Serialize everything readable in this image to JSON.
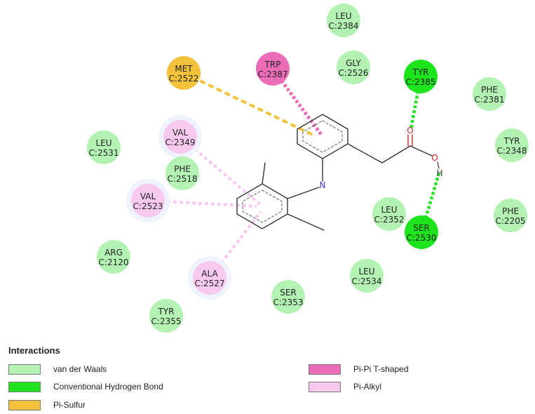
{
  "colors": {
    "van_der_waals": "#b3f2b3",
    "hbond": "#1de41d",
    "pi_sulfur": "#f2c23c",
    "pipi_tshaped": "#ec6db7",
    "pi_alkyl": "#f7c9ef",
    "bond": "#333333",
    "atom_n": "#3b3bd6",
    "atom_o": "#dd2222"
  },
  "residues": [
    {
      "id": "leu2384",
      "name": "LEU",
      "chain": "C:2384",
      "type": "van_der_waals"
    },
    {
      "id": "met2522",
      "name": "MET",
      "chain": "C:2522",
      "type": "pi_sulfur"
    },
    {
      "id": "trp2387",
      "name": "TRP",
      "chain": "C:2387",
      "type": "pipi_tshaped"
    },
    {
      "id": "gly2526",
      "name": "GLY",
      "chain": "C:2526",
      "type": "van_der_waals"
    },
    {
      "id": "tyr2385",
      "name": "TYR",
      "chain": "C:2385",
      "type": "hbond"
    },
    {
      "id": "phe2381",
      "name": "PHE",
      "chain": "C:2381",
      "type": "van_der_waals"
    },
    {
      "id": "tyr2348",
      "name": "TYR",
      "chain": "C:2348",
      "type": "van_der_waals"
    },
    {
      "id": "leu2531",
      "name": "LEU",
      "chain": "C:2531",
      "type": "van_der_waals"
    },
    {
      "id": "val2349",
      "name": "VAL",
      "chain": "C:2349",
      "type": "pi_alkyl"
    },
    {
      "id": "phe2518",
      "name": "PHE",
      "chain": "C:2518",
      "type": "van_der_waals"
    },
    {
      "id": "val2523",
      "name": "VAL",
      "chain": "C:2523",
      "type": "pi_alkyl"
    },
    {
      "id": "leu2352",
      "name": "LEU",
      "chain": "C:2352",
      "type": "van_der_waals"
    },
    {
      "id": "ser2530",
      "name": "SER",
      "chain": "C:2530",
      "type": "hbond"
    },
    {
      "id": "phe2205",
      "name": "PHE",
      "chain": "C:2205",
      "type": "van_der_waals"
    },
    {
      "id": "arg2120",
      "name": "ARG",
      "chain": "C:2120",
      "type": "van_der_waals"
    },
    {
      "id": "ala2527",
      "name": "ALA",
      "chain": "C:2527",
      "type": "pi_alkyl"
    },
    {
      "id": "leu2534",
      "name": "LEU",
      "chain": "C:2534",
      "type": "van_der_waals"
    },
    {
      "id": "ser2353",
      "name": "SER",
      "chain": "C:2353",
      "type": "van_der_waals"
    },
    {
      "id": "tyr2355",
      "name": "TYR",
      "chain": "C:2355",
      "type": "van_der_waals"
    }
  ],
  "interactions": [
    {
      "residue": "met2522",
      "type": "pi_sulfur"
    },
    {
      "residue": "trp2387",
      "type": "pipi_tshaped"
    },
    {
      "residue": "tyr2385",
      "type": "hbond"
    },
    {
      "residue": "ser2530",
      "type": "hbond"
    },
    {
      "residue": "val2349",
      "type": "pi_alkyl"
    },
    {
      "residue": "val2523",
      "type": "pi_alkyl"
    },
    {
      "residue": "ala2527",
      "type": "pi_alkyl"
    }
  ],
  "ligand": {
    "atom_n": "N",
    "atom_o1": "O",
    "atom_o2": "O",
    "atom_h": "H"
  },
  "legend": {
    "title": "Interactions",
    "items": [
      {
        "label": "van der Waals",
        "type": "van_der_waals"
      },
      {
        "label": "Conventional Hydrogen Bond",
        "type": "hbond"
      },
      {
        "label": "Pi-Sulfur",
        "type": "pi_sulfur"
      },
      {
        "label": "Pi-Pi T-shaped",
        "type": "pipi_tshaped"
      },
      {
        "label": "Pi-Alkyl",
        "type": "pi_alkyl"
      }
    ]
  }
}
